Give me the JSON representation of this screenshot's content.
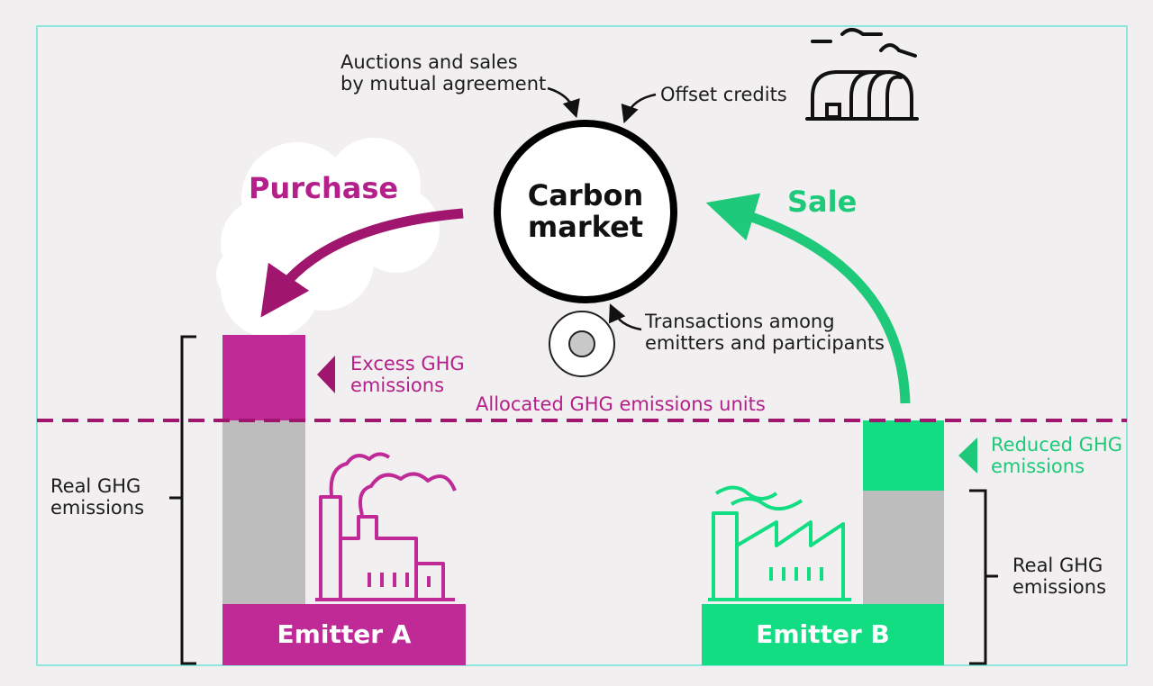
{
  "market": {
    "title": "Carbon\nmarket",
    "auctions_label": "Auctions and sales\nby mutual agreement",
    "offset_label": "Offset credits",
    "transactions_label": "Transactions among\nemitters and participants"
  },
  "flows": {
    "purchase_label": "Purchase",
    "sale_label": "Sale"
  },
  "threshold": {
    "label": "Allocated GHG emissions units"
  },
  "emitter_a": {
    "name": "Emitter A",
    "excess_label": "Excess GHG\nemissions",
    "real_label": "Real GHG\nemissions"
  },
  "emitter_b": {
    "name": "Emitter B",
    "reduced_label": "Reduced GHG\nemissions",
    "real_label": "Real GHG\nemissions"
  },
  "colors": {
    "magenta": "#c02a97",
    "magenta_dark": "#a0166f",
    "green": "#13dd83",
    "green_dark": "#1ec97a",
    "gray_bar": "#bdbdbd",
    "background": "#f2eff0"
  }
}
